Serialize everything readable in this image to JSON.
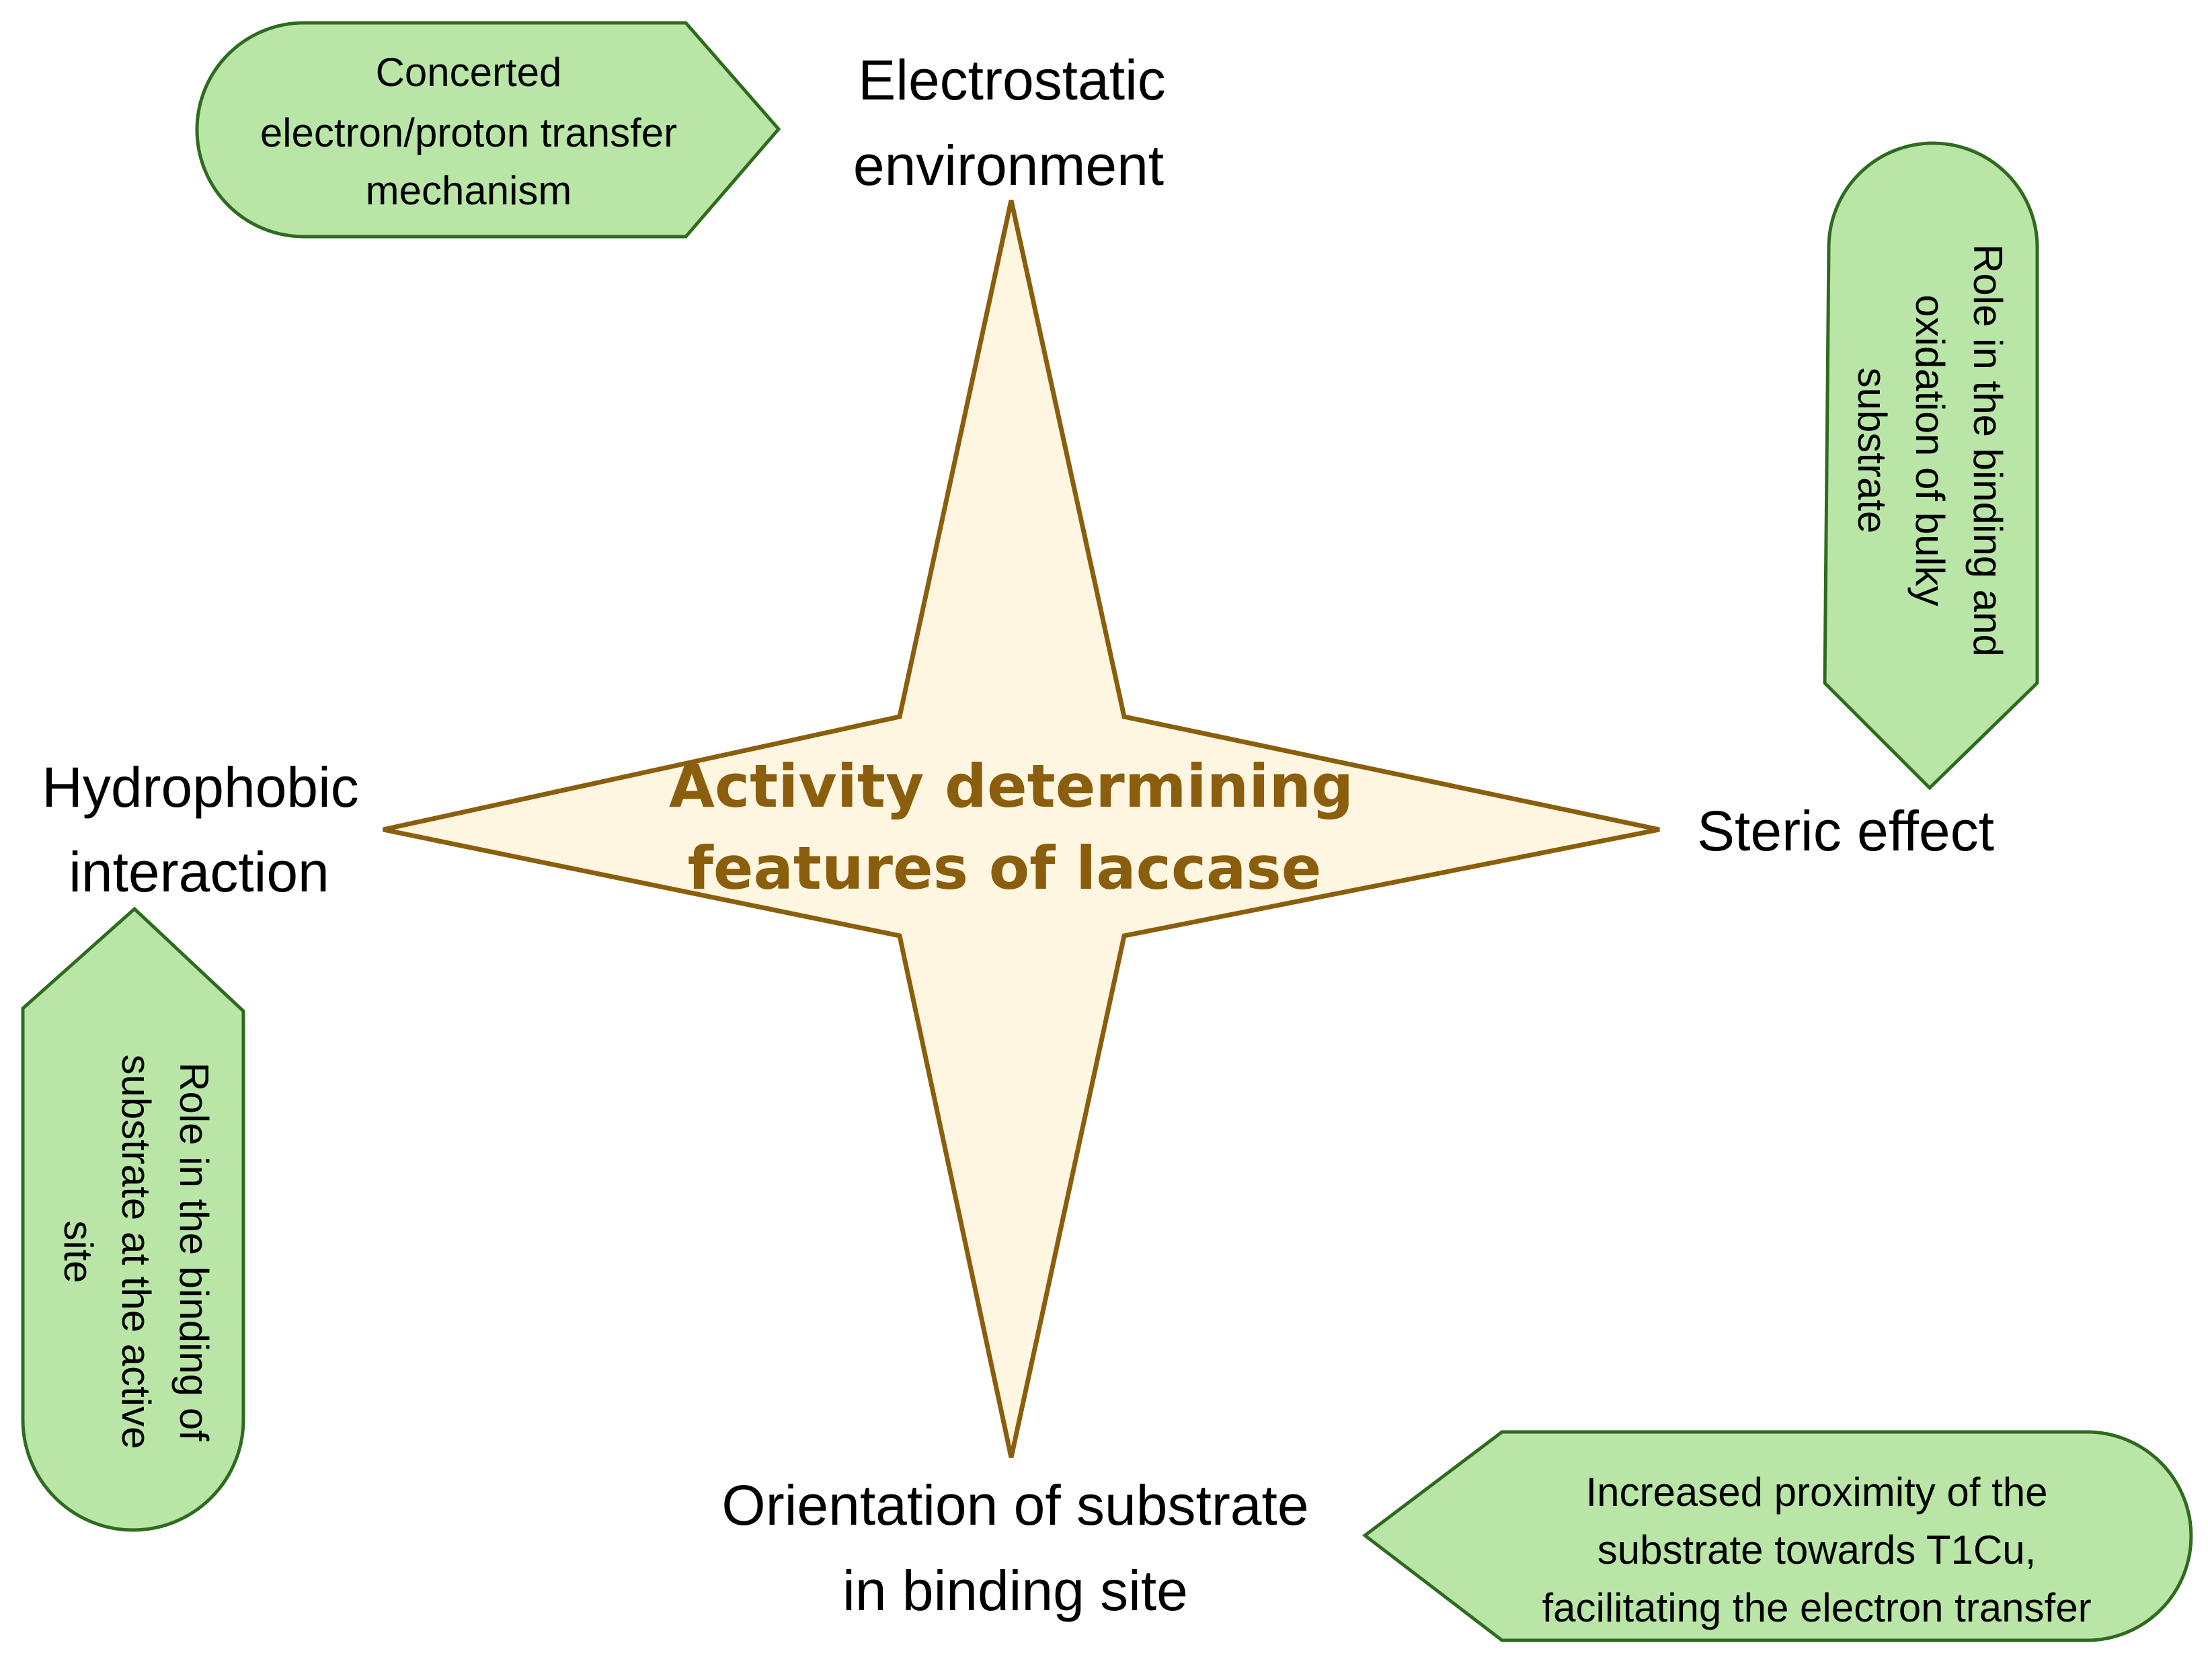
{
  "colors": {
    "star_fill": "#fff6e2",
    "star_stroke": "#8a5e0c",
    "center_text": "#8a5e0c",
    "box_fill": "#b9e6a7",
    "box_stroke": "#2f6b1f",
    "label_text": "#000000"
  },
  "center": {
    "line1": "Activity determining",
    "line2": "features of laccase"
  },
  "features": {
    "top": {
      "line1": "Electrostatic",
      "line2": "environment"
    },
    "right": {
      "line1": "Steric effect"
    },
    "bottom": {
      "line1": "Orientation of substrate",
      "line2": "in binding site"
    },
    "left": {
      "line1": "Hydrophobic",
      "line2": "interaction"
    }
  },
  "callouts": {
    "top": {
      "line1": "Concerted",
      "line2": "electron/proton transfer",
      "line3": "mechanism"
    },
    "right": {
      "line1": "Role in the binding and",
      "line2": "oxidation of bulky",
      "line3": "substrate"
    },
    "left": {
      "line1": "Role in the binding of",
      "line2": "substrate at the active",
      "line3": "site"
    },
    "bottom": {
      "line1": "Increased proximity of the",
      "line2": "substrate towards T1Cu,",
      "line3": "facilitating the electron transfer"
    }
  }
}
